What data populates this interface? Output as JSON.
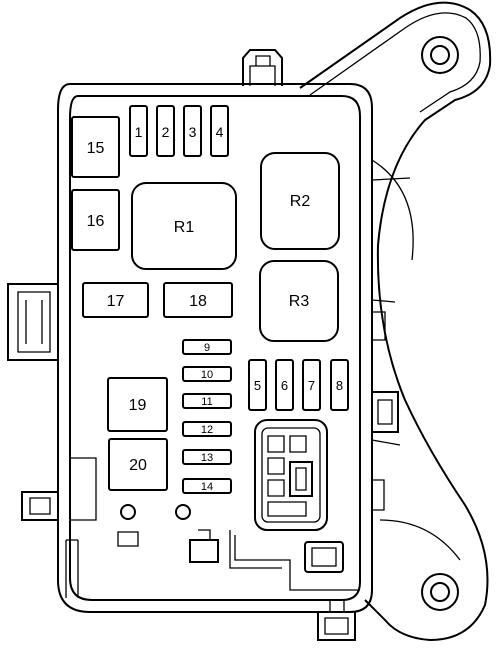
{
  "diagram": {
    "top_fuses": [
      "1",
      "2",
      "3",
      "4"
    ],
    "maxi_fuses": [
      "15",
      "16",
      "17",
      "18"
    ],
    "relays_large": [
      "R1",
      "R2",
      "R3"
    ],
    "relays_small": [
      "19",
      "20"
    ],
    "side_fuses": [
      "5",
      "6",
      "7",
      "8"
    ],
    "mini_fuses": [
      "9",
      "10",
      "11",
      "12",
      "13",
      "14"
    ]
  }
}
